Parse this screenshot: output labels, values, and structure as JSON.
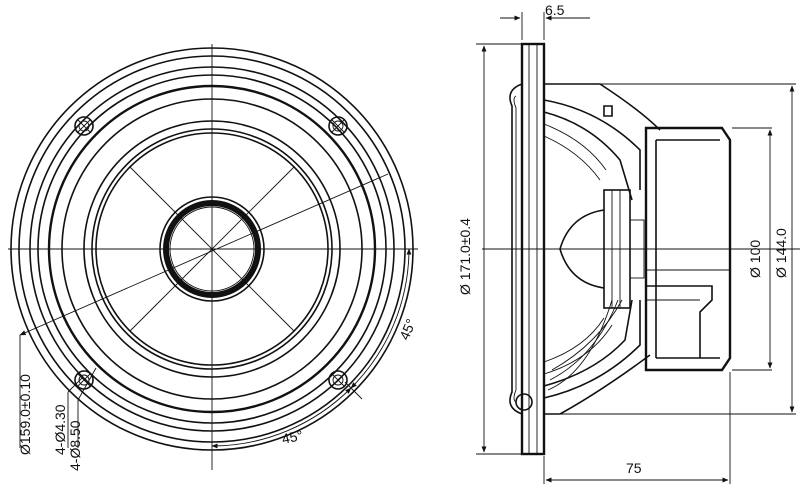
{
  "dimensions": {
    "mounting_flange_thickness": "6.5",
    "overall_diameter": "Ø 171.0±0.4",
    "magnet_diameter": "Ø 100",
    "frame_rear_diameter": "Ø 144.0",
    "mounting_depth": "75",
    "bolt_circle_diameter": "Ø159.0±0.10",
    "mounting_hole_small": "4-Ø4.30",
    "mounting_hole_large": "4-Ø8.50",
    "hole_angle_right": "45°",
    "hole_angle_bottom": "45°"
  },
  "colors": {
    "line": "#111111",
    "background": "#ffffff"
  }
}
